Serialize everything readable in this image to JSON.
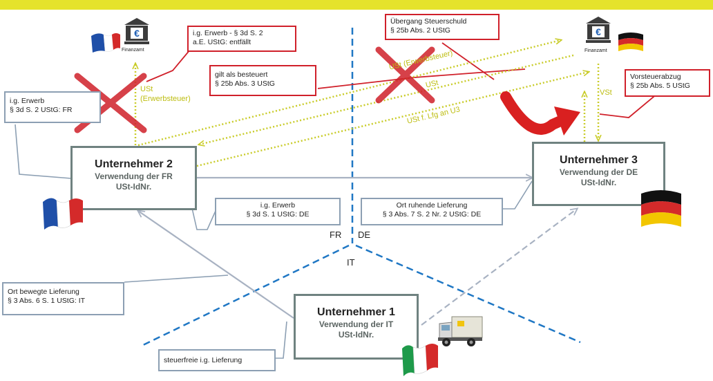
{
  "header": {
    "bar_color": "#e5e32b"
  },
  "entities": {
    "u2": {
      "title": "Unternehmer 2",
      "line1": "Verwendung der FR",
      "line2": "USt-IdNr."
    },
    "u3": {
      "title": "Unternehmer 3",
      "line1": "Verwendung der DE",
      "line2": "USt-IdNr."
    },
    "u1": {
      "title": "Unternehmer 1",
      "line1": "Verwendung der IT",
      "line2": "USt-IdNr."
    }
  },
  "tax_offices": {
    "fr_label": "Finanzamt",
    "de_label": "Finanzamt"
  },
  "red_boxes": {
    "erwerb_entfaellt": {
      "line1": "i.g. Erwerb - § 3d S. 2",
      "line2": "a.E. UStG: entfällt"
    },
    "besteuert": {
      "line1": "gilt als besteuert",
      "line2": "§ 25b Abs. 3 UStG"
    },
    "uebergang": {
      "line1": "Übergang Steuerschuld",
      "line2": "§ 25b Abs. 2 UStG"
    },
    "vorsteuer": {
      "line1": "Vorsteuerabzug",
      "line2": "§ 25b Abs. 5 UStG"
    }
  },
  "gray_boxes": {
    "erwerb_fr": {
      "line1": "i.g. Erwerb",
      "line2": "§ 3d S. 2 UStG: FR"
    },
    "erwerb_de": {
      "line1": "i.g. Erwerb",
      "line2": "§ 3d S. 1 UStG: DE"
    },
    "ruhende": {
      "line1": "Ort ruhende Lieferung",
      "line2": "§ 3 Abs. 7 S. 2 Nr. 2 UStG: DE"
    },
    "bewegte": {
      "line1": "Ort bewegte Lieferung",
      "line2": "§ 3 Abs. 6 S. 1 UStG: IT"
    },
    "steuerfrei": {
      "line1": "steuerfreie i.g. Lieferung"
    }
  },
  "flow_labels": {
    "ust_fr": "USt",
    "erwerbsteuer_fr": "(Erwerbsteuer)",
    "ust_de_crossed": "USt (Erwerbsteuer)",
    "ust_de_crossed2": "USt",
    "ust_lfg": "USt f. Lfg an U3",
    "vst": "VSt"
  },
  "regions": {
    "fr": "FR",
    "de": "DE",
    "it": "IT"
  },
  "colors": {
    "red": "#d0202a",
    "flow_yellow": "#c9cc2a",
    "border_blue": "#1f77c4",
    "gray_arrow": "#a8b2c2",
    "main_border": "#6f8280"
  }
}
